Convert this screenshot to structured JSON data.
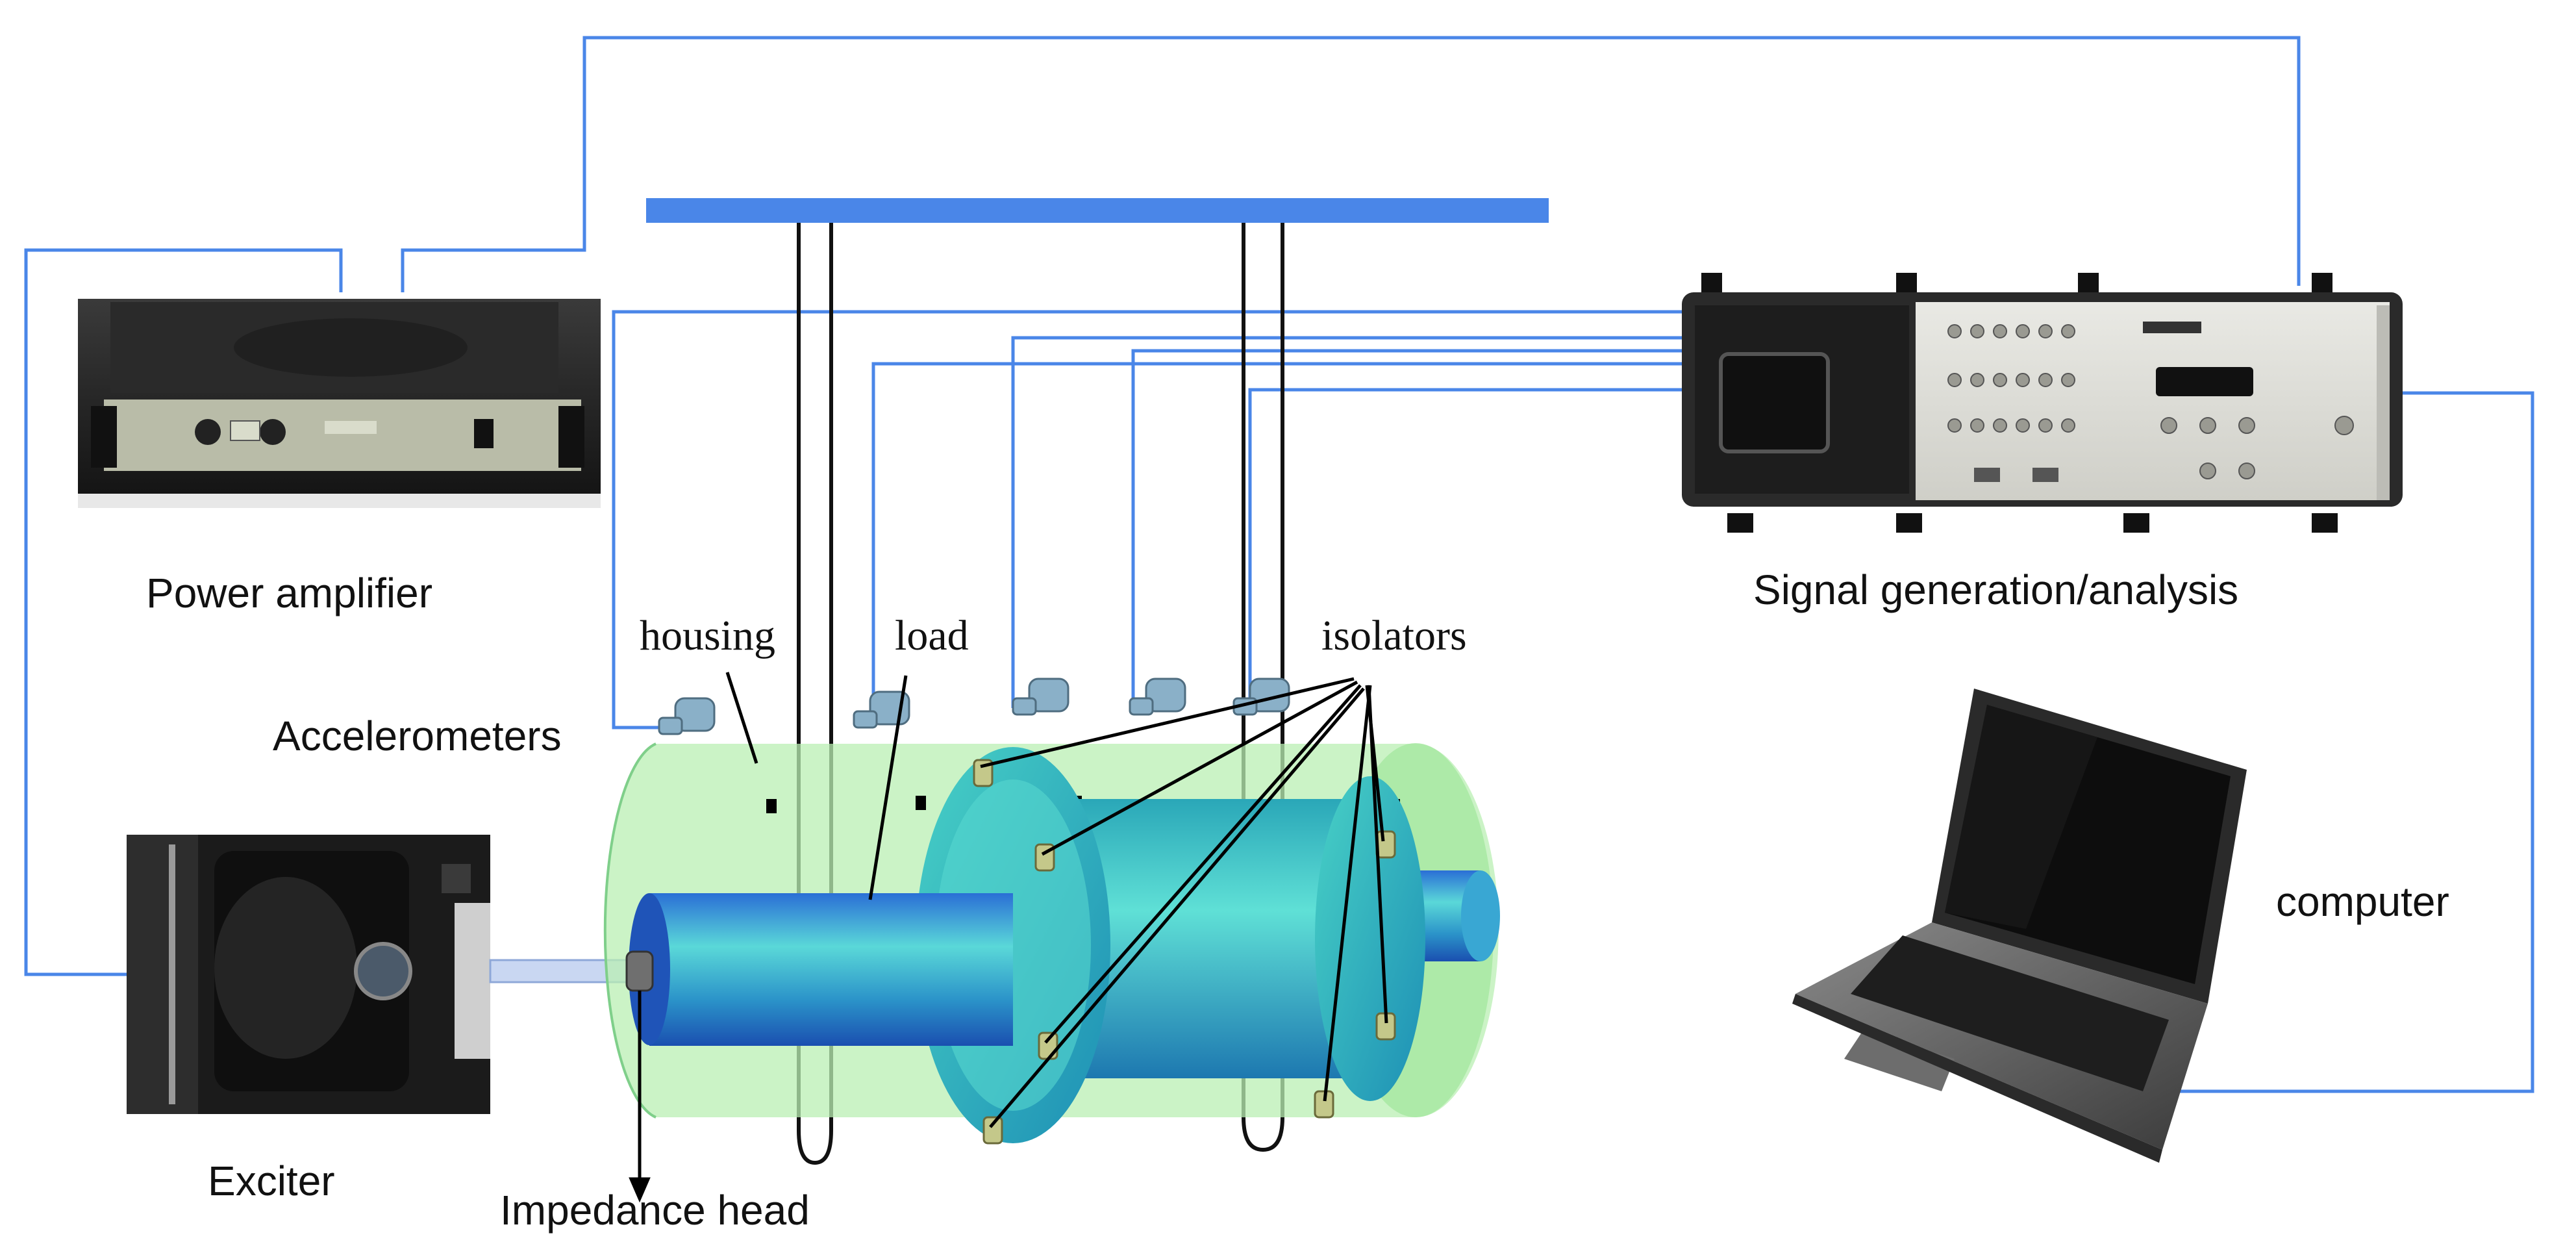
{
  "labels": {
    "power_amplifier": "Power amplifier",
    "signal_generation_analysis": "Signal generation/analysis",
    "housing": "housing",
    "load": "load",
    "isolators": "isolators",
    "accelerometers": "Accelerometers",
    "computer": "computer",
    "exciter": "Exciter",
    "impedance_head": "Impedance head"
  },
  "colors": {
    "cable": "#4a86e8",
    "support_beam": "#4a86e8",
    "housing_fill": "#b9efb3",
    "load_fill": "#3fc6c6"
  },
  "icons": [
    "power-amplifier-device",
    "signal-analyzer-device",
    "laptop-computer",
    "exciter-device",
    "accelerometer-sensor"
  ]
}
